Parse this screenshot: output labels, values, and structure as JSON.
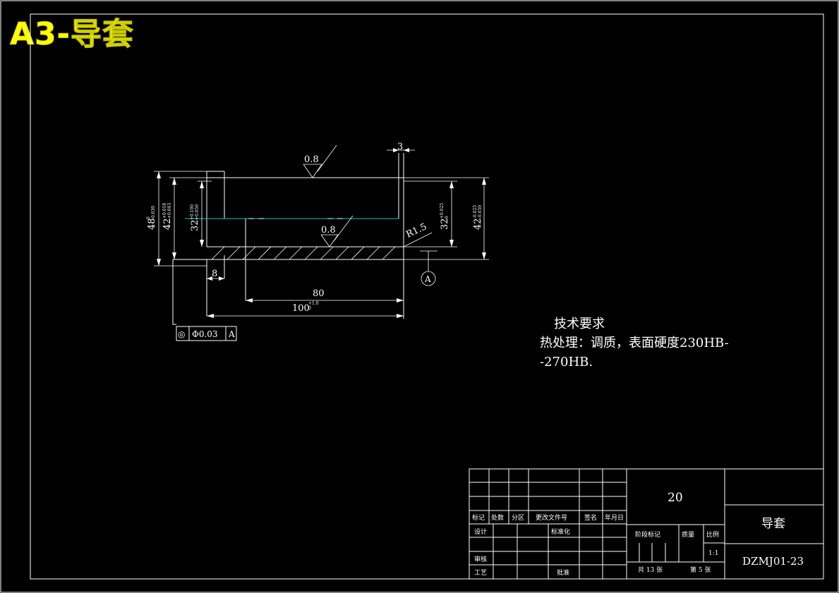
{
  "sheet_heading": "A3-导套",
  "drawing": {
    "roughness_top": "0.8",
    "roughness_bore": "0.8",
    "dim_groove_width": "3",
    "dim_radius": "R1.5",
    "dim_od_48": "48",
    "dim_od_48_tol": "0\n-0.030",
    "dim_42_left": "42",
    "dim_42_left_tol": "+0.018\n+0.003",
    "dim_32_left": "32",
    "dim_32_left_tol": "+0.100\n+0.050",
    "dim_32_right": "32",
    "dim_32_right_tol": "+0.025\n0",
    "dim_42_right": "42",
    "dim_42_right_tol": "-0.025\n-0.050",
    "dim_flange": "8",
    "dim_80": "80",
    "dim_100": "100",
    "dim_100_tol": "+1.0\n0",
    "datum_label": "A",
    "tol_symbol": "◎",
    "tol_value": "Φ0.03",
    "tol_datum": "A"
  },
  "tech_requirements": {
    "title": "技术要求",
    "line1": "热处理：调质，表面硬度230HB-",
    "line2": "-270HB."
  },
  "title_block": {
    "material": "20",
    "part_name": "导套",
    "drawing_no": "DZMJ01-23",
    "h_mark": "标记",
    "h_count": "处数",
    "h_zone": "分区",
    "h_change": "更改文件号",
    "h_sign": "签名",
    "h_date": "年月日",
    "design": "设计",
    "standard": "标准化",
    "review": "审核",
    "process": "工艺",
    "approve": "批准",
    "stage": "阶段标记",
    "weight": "质量",
    "scale": "比例",
    "scale_value": "1:1",
    "sheets": "共 13 张",
    "sheet_no": "第 5 张"
  }
}
